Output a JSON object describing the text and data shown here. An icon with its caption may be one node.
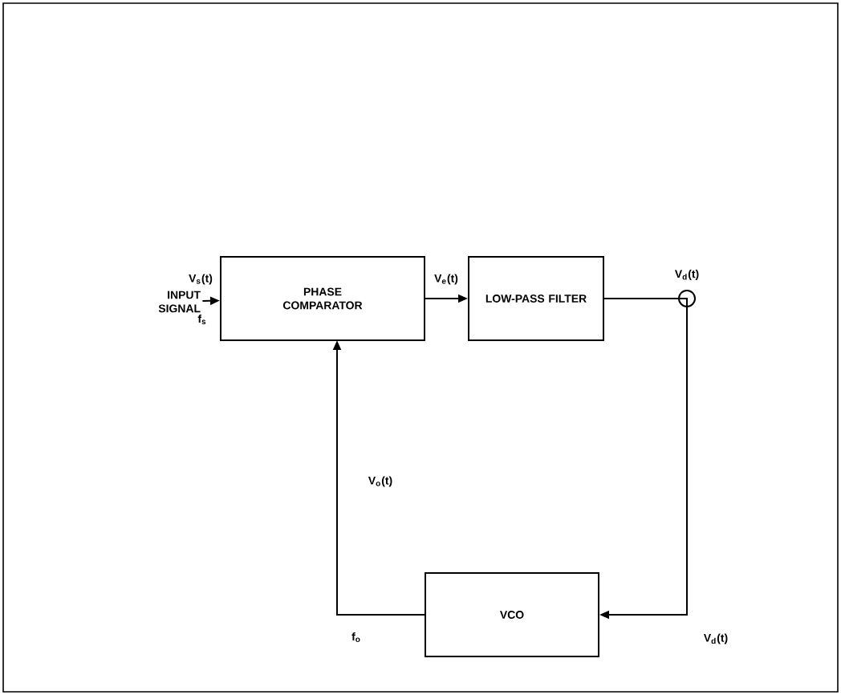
{
  "diagram": {
    "nodes": [
      {
        "text": [
          "INPUT SIGNAL"
        ]
      },
      {
        "text": [
          "PHASE COMPARATOR"
        ]
      },
      {
        "text": [
          "LOW-PASS FILTER"
        ]
      },
      {
        "text": [],
        "shape": "circle",
        "beside": [
          "V$_{d}$(t)"
        ]
      },
      {
        "text": [
          "VCO"
        ]
      }
    ],
    "edges": [
      {
        "from": 0,
        "to": 1,
        "arrow": "to",
        "label": "V$_{s}$(t)"
      },
      {
        "from": 1,
        "to": 2,
        "arrow": "to",
        "label": "V$_{e}$(t)"
      },
      {
        "from": 2,
        "to": 3,
        "arrow": "none"
      },
      {
        "from": 2,
        "to": 4,
        "arrow": "to",
        "label": "V$_{d}$(t)"
      },
      {
        "from": 4,
        "to": 1,
        "arrow": "to",
        "label": "V$_{o}$(t)"
      }
    ],
    "labels": [
      "f$_{s}$",
      "f$_{o}$"
    ]
  }
}
